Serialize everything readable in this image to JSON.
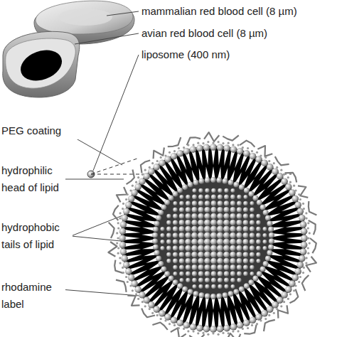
{
  "diagram": {
    "labels": [
      "mammalian red blood cell (8 µm)",
      "avian red blood cell (8 µm)",
      "liposome (400 nm)",
      "PEG coating",
      "hydrophilic head of lipid",
      "hydrophobic tails of lipid",
      "rhodamine label"
    ]
  }
}
